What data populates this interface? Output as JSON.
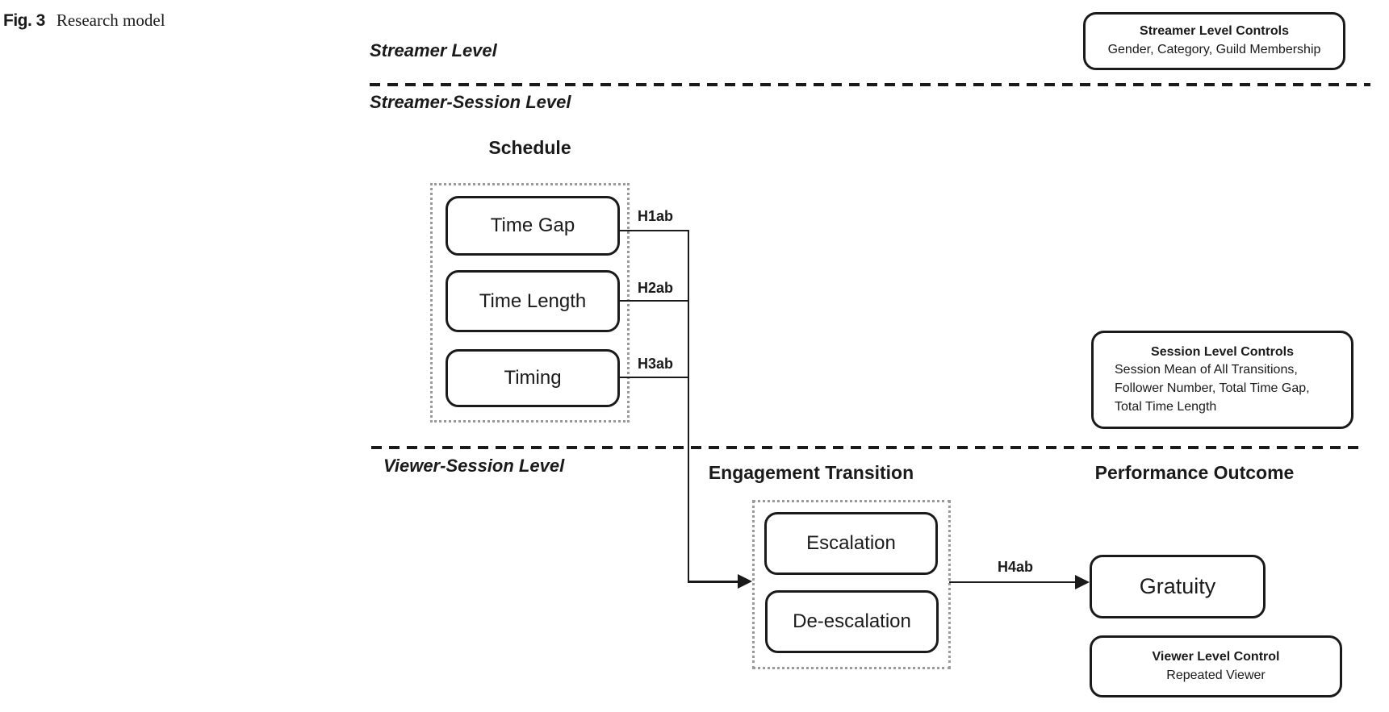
{
  "colors": {
    "ink": "#1a1a1a",
    "dotted_border": "#9a9a9a",
    "background": "#ffffff"
  },
  "figure": {
    "label": "Fig. 3",
    "caption": "Research model"
  },
  "sections": {
    "streamer_level": "Streamer Level",
    "streamer_session_level": "Streamer-Session Level",
    "viewer_session_level": "Viewer-Session Level"
  },
  "schedule": {
    "title": "Schedule",
    "items": [
      "Time Gap",
      "Time Length",
      "Timing"
    ]
  },
  "engagement": {
    "title": "Engagement Transition",
    "items": [
      "Escalation",
      "De-escalation"
    ]
  },
  "performance": {
    "title": "Performance Outcome",
    "outcome": "Gratuity"
  },
  "hypotheses": {
    "h1": "H1ab",
    "h2": "H2ab",
    "h3": "H3ab",
    "h4": "H4ab"
  },
  "controls": {
    "streamer": {
      "title": "Streamer Level Controls",
      "body": "Gender, Category, Guild Membership"
    },
    "session": {
      "title": "Session Level Controls",
      "line1": "Session Mean of All Transitions,",
      "line2": "Follower Number, Total Time Gap,",
      "line3": "Total Time Length"
    },
    "viewer": {
      "title": "Viewer Level Control",
      "body": "Repeated Viewer"
    }
  }
}
